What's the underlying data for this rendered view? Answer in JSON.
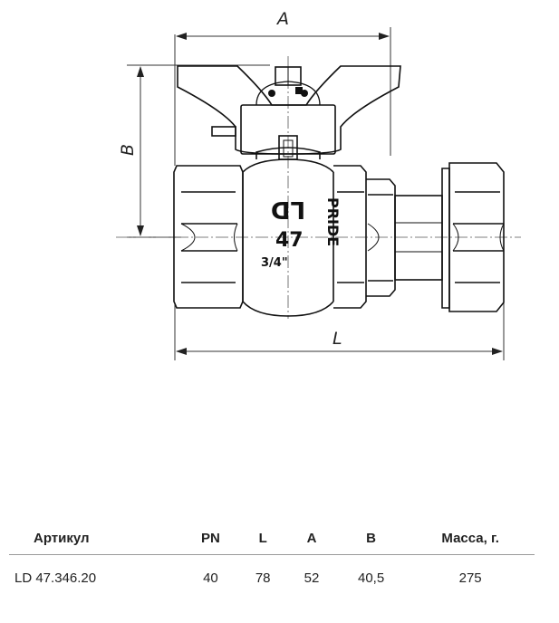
{
  "dimensions": {
    "A": "A",
    "B": "B",
    "L": "L"
  },
  "valve_marks": {
    "brand_code": "LD",
    "size_code": "47",
    "thread": "3/4\"",
    "brand_name": "PRIDE"
  },
  "table": {
    "headers": [
      "Артикул",
      "PN",
      "L",
      "A",
      "B",
      "Масса, г."
    ],
    "rows": [
      [
        "LD 47.346.20",
        "40",
        "78",
        "52",
        "40,5",
        "275"
      ]
    ]
  }
}
